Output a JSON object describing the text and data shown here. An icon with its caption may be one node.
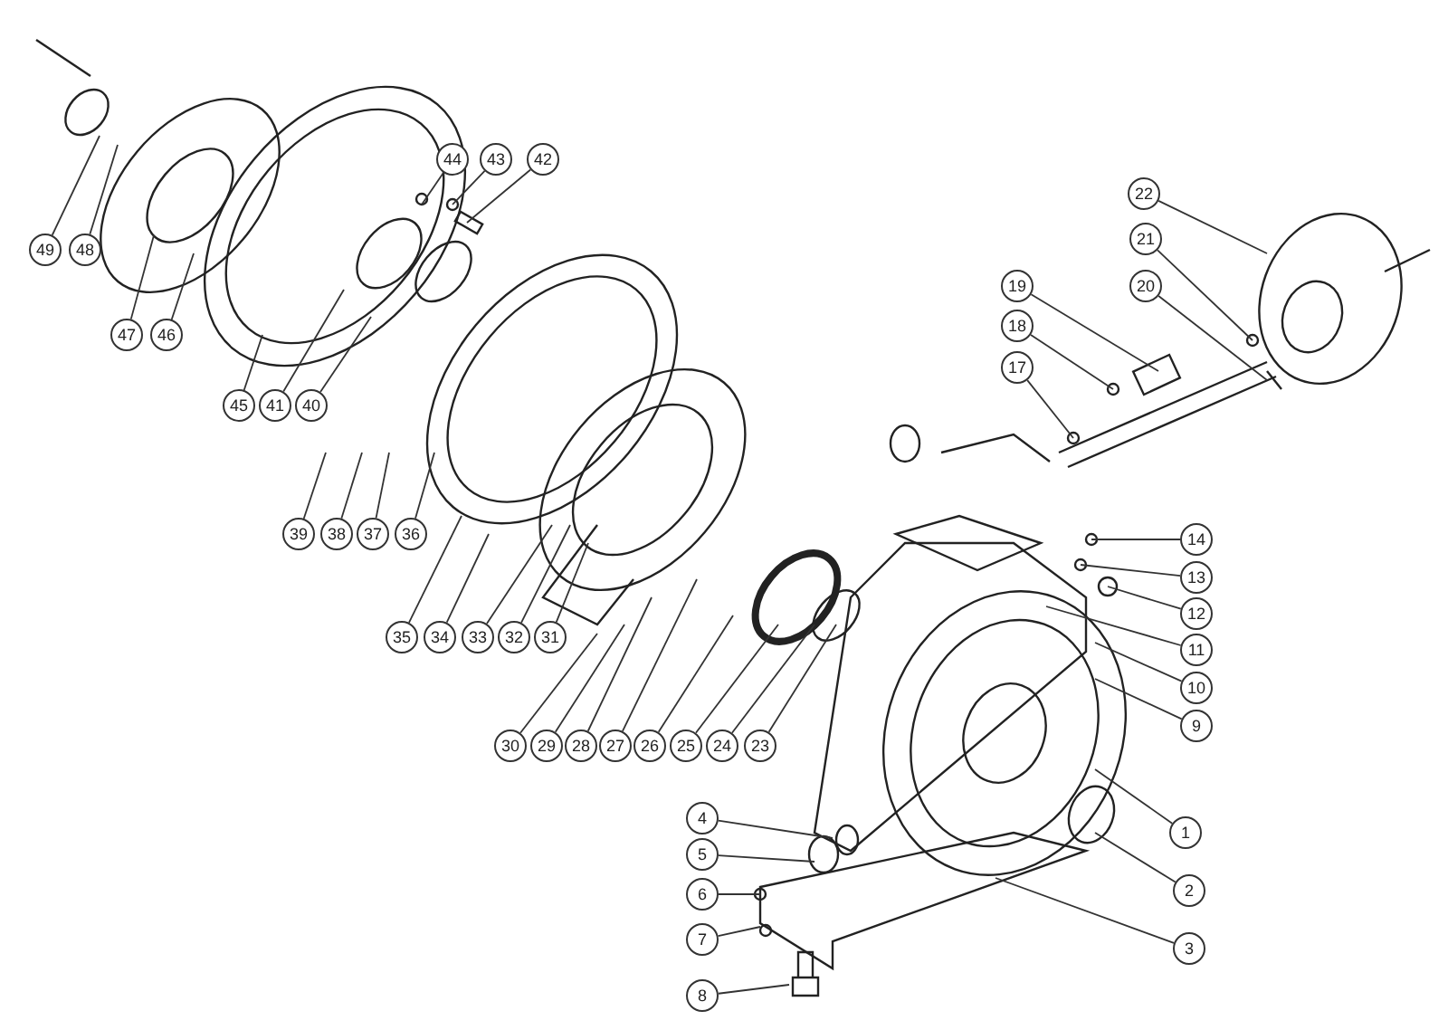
{
  "diagram": {
    "nodes": [
      {
        "text": [
          "1"
        ]
      },
      {
        "text": [
          "2"
        ]
      },
      {
        "text": [
          "3"
        ]
      },
      {
        "text": [
          "4"
        ]
      },
      {
        "text": [
          "5"
        ]
      },
      {
        "text": [
          "6"
        ]
      },
      {
        "text": [
          "7"
        ]
      },
      {
        "text": [
          "8"
        ]
      },
      {
        "text": [
          "9"
        ]
      },
      {
        "text": [
          "10"
        ]
      },
      {
        "text": [
          "11"
        ]
      },
      {
        "text": [
          "12"
        ]
      },
      {
        "text": [
          "13"
        ]
      },
      {
        "text": [
          "14"
        ]
      },
      {
        "text": [
          "17"
        ]
      },
      {
        "text": [
          "18"
        ]
      },
      {
        "text": [
          "19"
        ]
      },
      {
        "text": [
          "20"
        ]
      },
      {
        "text": [
          "21"
        ]
      },
      {
        "text": [
          "22"
        ]
      },
      {
        "text": [
          "23"
        ]
      },
      {
        "text": [
          "24"
        ]
      },
      {
        "text": [
          "25"
        ]
      },
      {
        "text": [
          "26"
        ]
      },
      {
        "text": [
          "27"
        ]
      },
      {
        "text": [
          "28"
        ]
      },
      {
        "text": [
          "29"
        ]
      },
      {
        "text": [
          "30"
        ]
      },
      {
        "text": [
          "31"
        ]
      },
      {
        "text": [
          "32"
        ]
      },
      {
        "text": [
          "33"
        ]
      },
      {
        "text": [
          "34"
        ]
      },
      {
        "text": [
          "35"
        ]
      },
      {
        "text": [
          "36"
        ]
      },
      {
        "text": [
          "37"
        ]
      },
      {
        "text": [
          "38"
        ]
      },
      {
        "text": [
          "39"
        ]
      },
      {
        "text": [
          "40"
        ]
      },
      {
        "text": [
          "41"
        ]
      },
      {
        "text": [
          "42"
        ]
      },
      {
        "text": [
          "43"
        ]
      },
      {
        "text": [
          "44"
        ]
      },
      {
        "text": [
          "45"
        ]
      },
      {
        "text": [
          "46"
        ]
      },
      {
        "text": [
          "47"
        ]
      },
      {
        "text": [
          "48"
        ]
      },
      {
        "text": [
          "49"
        ]
      }
    ],
    "edges": [
      {
        "from": 0,
        "to": null,
        "arrow": "none"
      },
      {
        "from": 1,
        "to": null,
        "arrow": "none"
      },
      {
        "from": 2,
        "to": null,
        "arrow": "none"
      },
      {
        "from": 3,
        "to": null,
        "arrow": "none"
      },
      {
        "from": 4,
        "to": null,
        "arrow": "none"
      },
      {
        "from": 5,
        "to": null,
        "arrow": "none"
      },
      {
        "from": 6,
        "to": null,
        "arrow": "none"
      },
      {
        "from": 7,
        "to": null,
        "arrow": "none"
      },
      {
        "from": 8,
        "to": null,
        "arrow": "none"
      },
      {
        "from": 9,
        "to": null,
        "arrow": "none"
      },
      {
        "from": 10,
        "to": null,
        "arrow": "none"
      },
      {
        "from": 11,
        "to": null,
        "arrow": "none"
      },
      {
        "from": 12,
        "to": null,
        "arrow": "none"
      },
      {
        "from": 13,
        "to": null,
        "arrow": "none"
      },
      {
        "from": 14,
        "to": null,
        "arrow": "none"
      },
      {
        "from": 15,
        "to": null,
        "arrow": "none"
      },
      {
        "from": 16,
        "to": null,
        "arrow": "none"
      },
      {
        "from": 17,
        "to": null,
        "arrow": "none"
      },
      {
        "from": 18,
        "to": null,
        "arrow": "none"
      },
      {
        "from": 19,
        "to": null,
        "arrow": "none"
      },
      {
        "from": 20,
        "to": null,
        "arrow": "none"
      },
      {
        "from": 21,
        "to": null,
        "arrow": "none"
      },
      {
        "from": 22,
        "to": null,
        "arrow": "none"
      },
      {
        "from": 23,
        "to": null,
        "arrow": "none"
      },
      {
        "from": 24,
        "to": null,
        "arrow": "none"
      },
      {
        "from": 25,
        "to": null,
        "arrow": "none"
      },
      {
        "from": 26,
        "to": null,
        "arrow": "none"
      },
      {
        "from": 27,
        "to": null,
        "arrow": "none"
      },
      {
        "from": 28,
        "to": null,
        "arrow": "none"
      },
      {
        "from": 29,
        "to": null,
        "arrow": "none"
      },
      {
        "from": 30,
        "to": null,
        "arrow": "none"
      },
      {
        "from": 31,
        "to": null,
        "arrow": "none"
      },
      {
        "from": 32,
        "to": null,
        "arrow": "none"
      },
      {
        "from": 33,
        "to": null,
        "arrow": "none"
      },
      {
        "from": 34,
        "to": null,
        "arrow": "none"
      },
      {
        "from": 35,
        "to": null,
        "arrow": "none"
      },
      {
        "from": 36,
        "to": null,
        "arrow": "none"
      },
      {
        "from": 37,
        "to": null,
        "arrow": "none"
      },
      {
        "from": 38,
        "to": null,
        "arrow": "none"
      },
      {
        "from": 39,
        "to": null,
        "arrow": "none"
      },
      {
        "from": 40,
        "to": null,
        "arrow": "none"
      },
      {
        "from": 41,
        "to": null,
        "arrow": "none"
      },
      {
        "from": 42,
        "to": null,
        "arrow": "none"
      },
      {
        "from": 43,
        "to": null,
        "arrow": "none"
      },
      {
        "from": 44,
        "to": null,
        "arrow": "none"
      },
      {
        "from": 45,
        "to": null,
        "arrow": "none"
      },
      {
        "from": 46,
        "to": null,
        "arrow": "none"
      }
    ]
  }
}
